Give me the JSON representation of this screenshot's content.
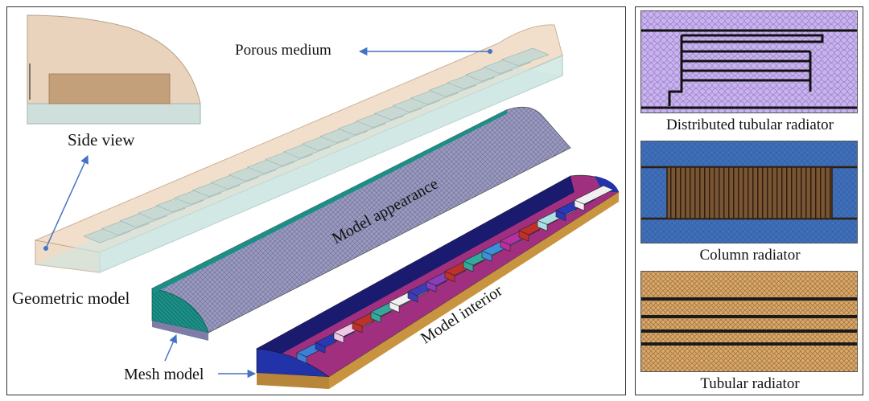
{
  "labels": {
    "porous_medium": "Porous medium",
    "side_view": "Side view",
    "geometric_model": "Geometric model",
    "model_appearance": "Model appearance",
    "model_interior": "Model interior",
    "mesh_model": "Mesh model"
  },
  "radiators": [
    {
      "label": "Distributed tubular radiator",
      "mesh_color": "#c9b3ee",
      "pipe_color": "#111111"
    },
    {
      "label": "Column radiator",
      "mesh_color": "#3f6fb8",
      "pipe_color": "#6b4a2e"
    },
    {
      "label": "Tubular radiator",
      "mesh_color": "#d9a86a",
      "pipe_color": "#1a1a1a"
    }
  ],
  "colors": {
    "shell": "#f1dcc6",
    "floor": "#cfe6e2",
    "mesh_surface": "#8a8ab0",
    "mesh_end": "#1b8f86",
    "interior_wall": "#2233aa",
    "interior_floor": "#a0307f",
    "arrow": "#4472c4"
  }
}
